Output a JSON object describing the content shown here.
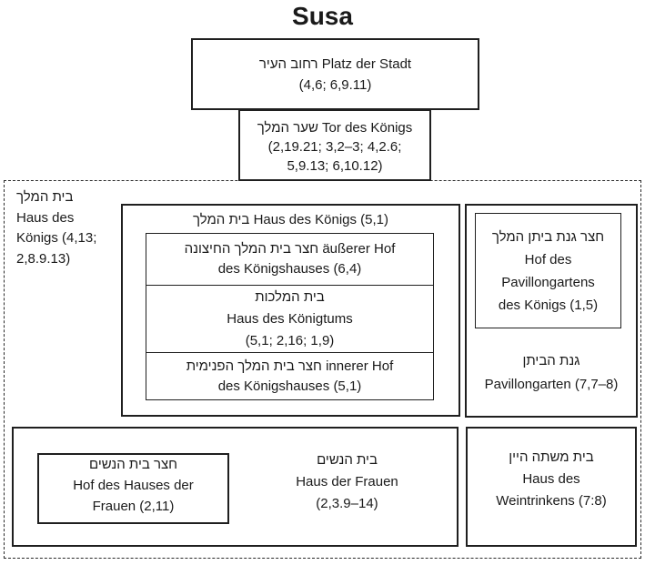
{
  "title": "Susa",
  "colors": {
    "ink": "#1a1a1a",
    "border": "#1f1f1f",
    "background": "#ffffff"
  },
  "diagram": {
    "city_square": {
      "lines": [
        "רחוב העיר Platz der Stadt",
        "(4,6; 6,9.11)"
      ]
    },
    "kings_gate": {
      "lines": [
        "שער המלך Tor des Königs",
        "(2,19.21; 3,2–3; 4,2.6;",
        "5,9.13; 6,10.12)"
      ]
    },
    "palace_label": {
      "lines": [
        "בית המלך",
        "Haus des",
        "Königs (4,13;",
        "2,8.9.13)"
      ]
    },
    "kings_house": {
      "header": "בית המלך Haus des Königs (5,1)",
      "outer_court": {
        "lines": [
          "חצר בית המלך החיצונה äußerer Hof",
          "des Königshauses (6,4)"
        ]
      },
      "throne_house": {
        "lines": [
          "בית המלכות",
          "Haus des Königtums",
          "(5,1; 2,16; 1,9)"
        ]
      },
      "inner_court": {
        "lines": [
          "חצר בית המלך הפנימית innerer Hof",
          "des Königshauses (5,1)"
        ]
      }
    },
    "pavilion": {
      "court": {
        "lines": [
          "חצר גנת ביתן המלך",
          "Hof des",
          "Pavillongartens",
          "des Königs (1,5)"
        ]
      },
      "garden": {
        "lines": [
          "גנת הביתן",
          "Pavillongarten (7,7–8)"
        ]
      }
    },
    "womens_house": {
      "main": {
        "lines": [
          "בית הנשים",
          "Haus der Frauen",
          "(2,3.9–14)"
        ]
      },
      "court": {
        "lines": [
          "חצר בית הנשים",
          "Hof des Hauses der",
          "Frauen (2,11)"
        ]
      }
    },
    "wine_house": {
      "lines": [
        "בית משתה היין",
        "Haus des",
        "Weintrinkens (7:8)"
      ]
    }
  }
}
